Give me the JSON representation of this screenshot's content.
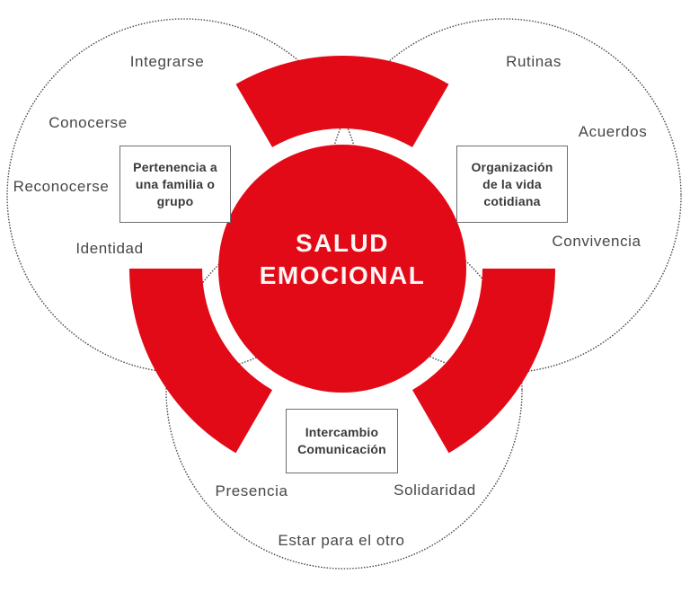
{
  "center": {
    "line1": "SALUD",
    "line2": "EMOCIONAL"
  },
  "boxes": [
    {
      "name": "pertenencia",
      "text": "Pertenencia a\nuna familia o\ngrupo"
    },
    {
      "name": "organizacion",
      "text": "Organización\nde la vida\ncotidiana"
    },
    {
      "name": "intercambio",
      "text": "Intercambio\nComunicación"
    }
  ],
  "labels": [
    {
      "name": "integrarse",
      "text": "Integrarse"
    },
    {
      "name": "conocerse",
      "text": "Conocerse"
    },
    {
      "name": "reconocerse",
      "text": "Reconocerse"
    },
    {
      "name": "identidad",
      "text": "Identidad"
    },
    {
      "name": "rutinas",
      "text": "Rutinas"
    },
    {
      "name": "acuerdos",
      "text": "Acuerdos"
    },
    {
      "name": "convivencia",
      "text": "Convivencia"
    },
    {
      "name": "presencia",
      "text": "Presencia"
    },
    {
      "name": "solidaridad",
      "text": "Solidaridad"
    },
    {
      "name": "estar_para_el_otro",
      "text": "Estar para el otro"
    }
  ],
  "colors": {
    "red": "#e20a16",
    "title_text": "#fdf6f4",
    "label_text": "#474747",
    "box_text": "#3a3a3a",
    "box_border": "#6e6e6e",
    "dotted": "#4d4d4d",
    "background": "#ffffff"
  }
}
